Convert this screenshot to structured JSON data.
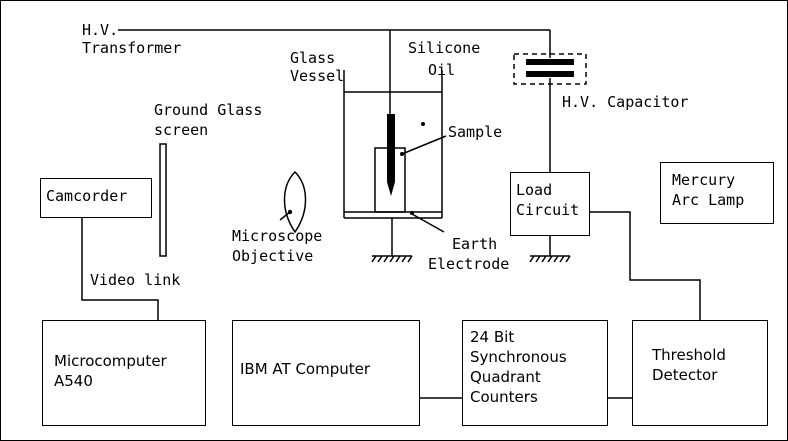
{
  "labels": {
    "hv_transformer_1": "H.V.",
    "hv_transformer_2": "Transformer",
    "glass_vessel_1": "Glass",
    "glass_vessel_2": "Vessel",
    "silicone_oil_1": "Silicone",
    "silicone_oil_2": "Oil",
    "hv_capacitor": "H.V. Capacitor",
    "ground_glass_1": "Ground Glass",
    "ground_glass_2": "screen",
    "sample": "Sample",
    "camcorder": "Camcorder",
    "load_circuit_1": "Load",
    "load_circuit_2": "Circuit",
    "mercury_lamp_1": "Mercury",
    "mercury_lamp_2": "Arc Lamp",
    "microscope_1": "Microscope",
    "microscope_2": "Objective",
    "earth_electrode_1": "Earth",
    "earth_electrode_2": "Electrode",
    "video_link": "Video link",
    "microcomputer_1": "Microcomputer",
    "microcomputer_2": "A540",
    "ibm": "IBM AT Computer",
    "counters_1": "24 Bit",
    "counters_2": "Synchronous",
    "counters_3": "Quadrant",
    "counters_4": "Counters",
    "threshold_1": "Threshold",
    "threshold_2": "Detector"
  }
}
